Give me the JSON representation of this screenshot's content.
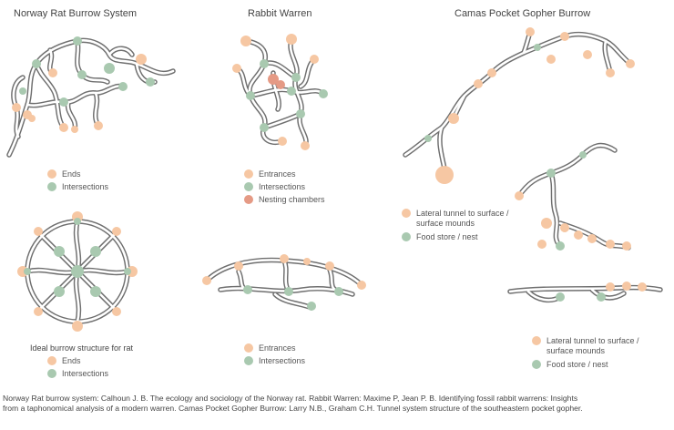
{
  "titles": {
    "rat": "Norway Rat Burrow System",
    "rabbit": "Rabbit Warren",
    "gopher": "Camas Pocket Gopher Burrow"
  },
  "colors": {
    "end": "#f6c7a3",
    "intersection": "#a9c9b0",
    "nesting": "#e59a85",
    "tunnel": "#6f6f6f"
  },
  "legends": {
    "rat_top": [
      "Ends",
      "Intersections"
    ],
    "rabbit_top": [
      "Entrances",
      "Intersections",
      "Nesting chambers"
    ],
    "gopher_top": [
      "Lateral tunnel to surface / surface mounds",
      "Food store / nest"
    ],
    "rat_bottom": [
      "Ends",
      "Intersections"
    ],
    "rabbit_bottom": [
      "Entrances",
      "Intersections"
    ],
    "gopher_bottom": [
      "Lateral tunnel to surface / surface mounds",
      "Food store / nest"
    ]
  },
  "labels": {
    "ideal_rat": "Ideal burrow structure for rat"
  },
  "footer": {
    "line1": "Norway Rat burrow system: Calhoun J. B. The ecology and sociology of the Norway rat.  Rabbit Warren: Maxime P, Jean P. B. Identifying fossil rabbit warrens: Insights",
    "line2": "from a taphonomical analysis of a modern warren. Camas Pocket Gopher Burrow: Larry N.B., Graham C.H. Tunnel system structure of the southeastern pocket gopher."
  }
}
